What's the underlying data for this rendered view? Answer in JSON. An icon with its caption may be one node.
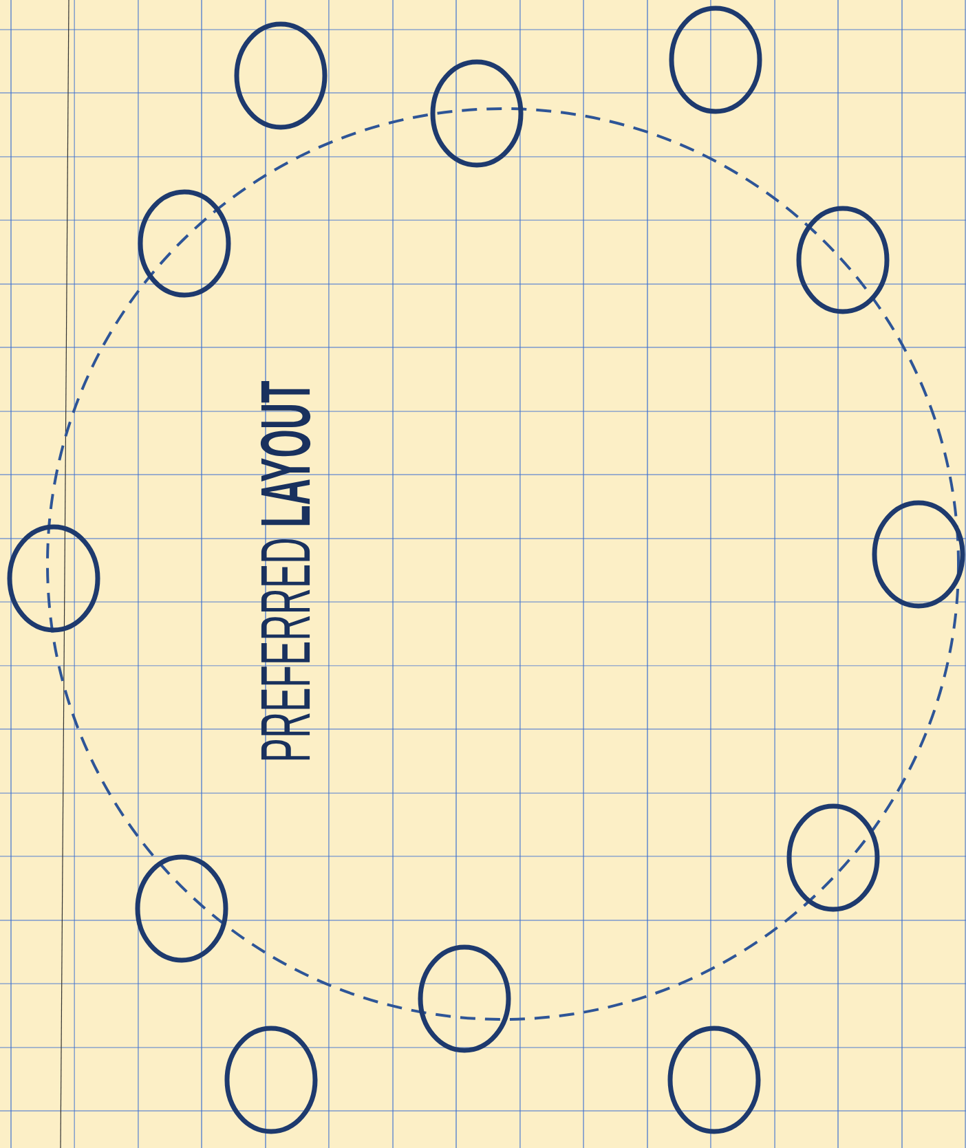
{
  "diagram": {
    "nodes": [
      {
        "text": [],
        "shape": "circle"
      },
      {
        "text": [],
        "shape": "circle"
      },
      {
        "text": [],
        "shape": "circle"
      },
      {
        "text": [],
        "shape": "circle"
      },
      {
        "text": [],
        "shape": "circle"
      },
      {
        "text": [],
        "shape": "circle"
      },
      {
        "text": [],
        "shape": "circle"
      },
      {
        "text": [],
        "shape": "circle"
      },
      {
        "text": [],
        "shape": "circle"
      },
      {
        "text": [],
        "shape": "circle"
      },
      {
        "text": [],
        "shape": "circle"
      },
      {
        "text": [],
        "shape": "circle"
      }
    ],
    "labels": [
      "PREFERRED **LAYOUT**"
    ]
  }
}
